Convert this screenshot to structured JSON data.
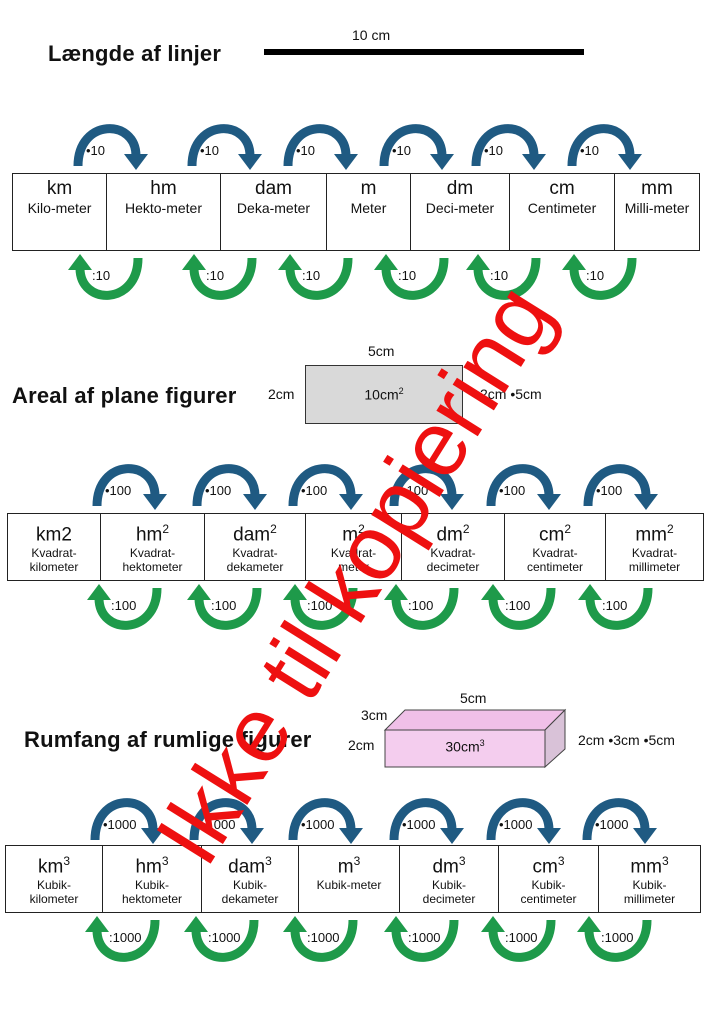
{
  "length": {
    "title": "Længde af linjer",
    "scale_label": "10 cm",
    "multiply_label": "•10",
    "divide_label": ":10",
    "units": [
      {
        "symbol": "km",
        "name": "Kilo-meter"
      },
      {
        "symbol": "hm",
        "name": "Hekto-meter"
      },
      {
        "symbol": "dam",
        "name": "Deka-meter"
      },
      {
        "symbol": "m",
        "name": "Meter"
      },
      {
        "symbol": "dm",
        "name": "Deci-meter"
      },
      {
        "symbol": "cm",
        "name": "Centimeter"
      },
      {
        "symbol": "mm",
        "name": "Milli-meter"
      }
    ]
  },
  "area": {
    "title": "Areal af plane figurer",
    "top_label": "5cm",
    "side_label": "2cm",
    "inner_label": "10cm",
    "inner_sup": "2",
    "formula": "2cm •5cm",
    "multiply_label": "•100",
    "divide_label": ":100",
    "units": [
      {
        "symbol": "km2",
        "sup": "",
        "name1": "Kvadrat-",
        "name2": "kilometer"
      },
      {
        "symbol": "hm",
        "sup": "2",
        "name1": "Kvadrat-",
        "name2": "hektometer"
      },
      {
        "symbol": "dam",
        "sup": "2",
        "name1": "Kvadrat-",
        "name2": "dekameter"
      },
      {
        "symbol": "m",
        "sup": "2",
        "name1": "Kvadrat-",
        "name2": "meter"
      },
      {
        "symbol": "dm",
        "sup": "2",
        "name1": "Kvadrat-",
        "name2": "decimeter"
      },
      {
        "symbol": "cm",
        "sup": "2",
        "name1": "Kvadrat-",
        "name2": "centimeter"
      },
      {
        "symbol": "mm",
        "sup": "2",
        "name1": "Kvadrat-",
        "name2": "millimeter"
      }
    ]
  },
  "volume": {
    "title": "Rumfang af rumlige figurer",
    "top_label": "5cm",
    "depth_label": "3cm",
    "side_label": "2cm",
    "inner_label": "30cm",
    "inner_sup": "3",
    "formula": "2cm •3cm •5cm",
    "multiply_label": "•1000",
    "divide_label": ":1000",
    "units": [
      {
        "symbol": "km",
        "sup": "3",
        "name1": "Kubik-",
        "name2": "kilometer"
      },
      {
        "symbol": "hm",
        "sup": "3",
        "name1": "Kubik-",
        "name2": "hektometer"
      },
      {
        "symbol": "dam",
        "sup": "3",
        "name1": "Kubik-",
        "name2": "dekameter"
      },
      {
        "symbol": "m",
        "sup": "3",
        "name1": "Kubik-meter",
        "name2": ""
      },
      {
        "symbol": "dm",
        "sup": "3",
        "name1": "Kubik-",
        "name2": "decimeter"
      },
      {
        "symbol": "cm",
        "sup": "3",
        "name1": "Kubik-",
        "name2": "centimeter"
      },
      {
        "symbol": "mm",
        "sup": "3",
        "name1": "Kubik-",
        "name2": "millimeter"
      }
    ]
  },
  "watermark": "Ikke til kopiering",
  "colors": {
    "arrow_top": "#1f5a82",
    "arrow_bottom": "#1e9a4a",
    "watermark": "#ee1010",
    "rect_fill": "#d9d9d9",
    "box_fill": "#f4cdee"
  }
}
